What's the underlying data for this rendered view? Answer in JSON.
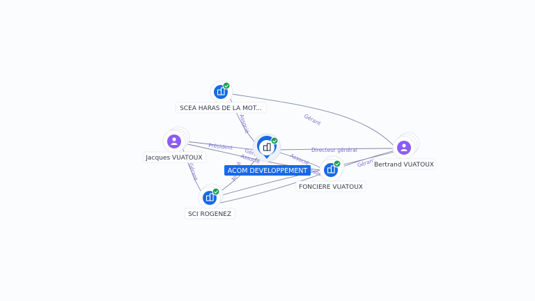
{
  "nodes": {
    "scea": {
      "label": "SCEA HARAS DE LA MOT...",
      "kind": "company",
      "verified": true
    },
    "jacques": {
      "label": "Jacques VUATOUX",
      "kind": "person"
    },
    "acom": {
      "label": "ACOM DEVELOPPEMENT",
      "kind": "company",
      "verified": true,
      "focus": true
    },
    "fonciere": {
      "label": "FONCIERE VUATOUX",
      "kind": "company",
      "verified": true
    },
    "sci": {
      "label": "SCI ROGENEZ",
      "kind": "company",
      "verified": true
    },
    "bertrand": {
      "label": "Bertrand VUATOUX",
      "kind": "person"
    }
  },
  "edges": {
    "e1": "Gérant",
    "e2": "Associé",
    "e3": "Président",
    "e4": "Associé",
    "e5": "Gérant",
    "e6": "Directeur général",
    "e7": "Gérant",
    "e8": "Associé",
    "e9": "Gérant",
    "e10": "Associé",
    "e11": "Associé"
  },
  "colors": {
    "company": "#1769e8",
    "person": "#8b5cf6",
    "check": "#1f9d55",
    "edge": "#7b86a8",
    "edge_label": "#7a6fd6"
  }
}
